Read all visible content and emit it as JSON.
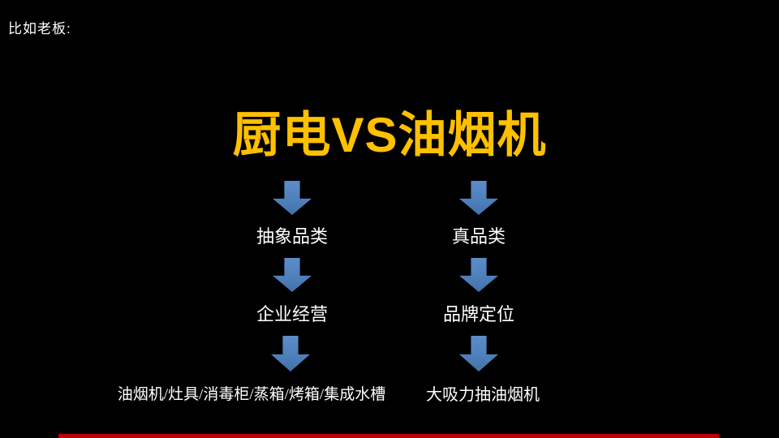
{
  "slide": {
    "note": "比如老板:",
    "title": "厨电VS油烟机",
    "colors": {
      "background": "#000000",
      "title": "#FFC000",
      "arrow": "#4E80BC",
      "label_text": "#FFFFFF",
      "footer_bar": "#C00000"
    },
    "columns": [
      {
        "id": "left",
        "steps": [
          {
            "label": "抽象品类"
          },
          {
            "label": "企业经营"
          },
          {
            "label": "油烟机/灶具/消毒柜/蒸箱/烤箱/集成水槽"
          }
        ]
      },
      {
        "id": "right",
        "steps": [
          {
            "label": "真品类"
          },
          {
            "label": "品牌定位"
          },
          {
            "label": "大吸力抽油烟机"
          }
        ]
      }
    ]
  }
}
